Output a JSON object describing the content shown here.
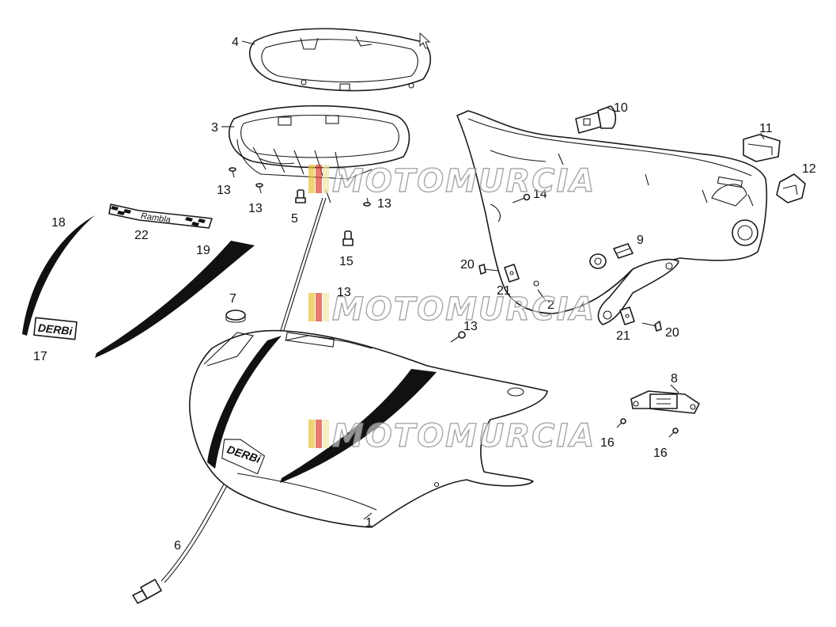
{
  "callouts": {
    "c1": "1",
    "c2": "2",
    "c3": "3",
    "c4": "4",
    "c5": "5",
    "c6": "6",
    "c7": "7",
    "c8": "8",
    "c9": "9",
    "c10": "10",
    "c11": "11",
    "c12": "12",
    "c13a": "13",
    "c13b": "13",
    "c13c": "13",
    "c13d": "13",
    "c13e": "13",
    "c14": "14",
    "c15": "15",
    "c16a": "16",
    "c16b": "16",
    "c17": "17",
    "c18": "18",
    "c19": "19",
    "c20a": "20",
    "c20b": "20",
    "c21a": "21",
    "c21b": "21",
    "c22": "22"
  },
  "watermark": {
    "text": "MOTOMURCIA",
    "flag_colors": [
      "#e8c23a",
      "#d8432e",
      "#f2e4a8"
    ]
  },
  "logos": {
    "derbi": "DERBi",
    "decal_script": "Rambla"
  },
  "colors": {
    "line": "#1a1a1a",
    "stripe": "#111111",
    "background": "#ffffff"
  }
}
